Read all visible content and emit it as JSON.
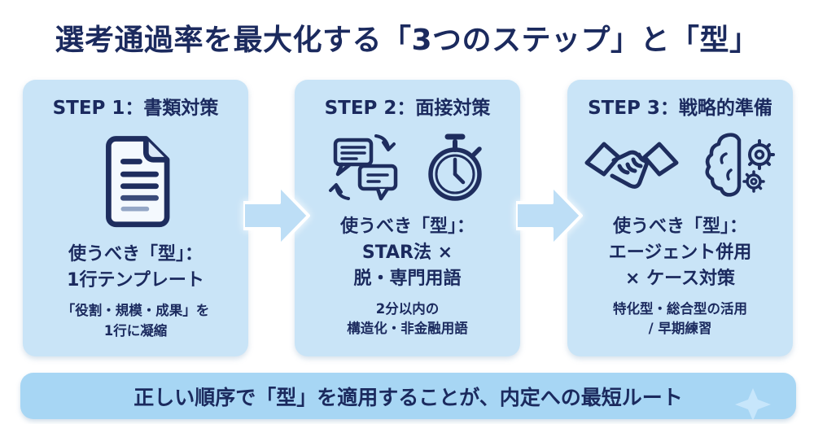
{
  "title": "選考通過率を最大化する「3つのステップ」と「型」",
  "colors": {
    "background": "#ffffff",
    "card_blue": "#c9e4f7",
    "banner_blue": "#a7d6f4",
    "arrow_blue": "#bddef6",
    "text_navy": "#1b2a5e",
    "icon_navy": "#1e2d5e",
    "document_fill": "#f4f9fe"
  },
  "steps": [
    {
      "header": "STEP 1：書類対策",
      "icons": [
        "document-icon"
      ],
      "type_label": "使うべき「型」：\n1行テンプレート",
      "detail": "「役割・規模・成果」を\n1行に凝縮"
    },
    {
      "header": "STEP 2：面接対策",
      "icons": [
        "chat-bubbles-icon",
        "stopwatch-icon"
      ],
      "type_label": "使うべき「型」：\nSTAR法 ×\n脱・専門用語",
      "detail": "2分以内の\n構造化・非金融用語"
    },
    {
      "header": "STEP 3：戦略的準備",
      "icons": [
        "handshake-icon",
        "brain-gears-icon"
      ],
      "type_label": "使うべき「型」：\nエージェント併用\n× ケース対策",
      "detail": "特化型・総合型の活用\n/ 早期練習"
    }
  ],
  "arrows": [
    "right-arrow-icon",
    "right-arrow-icon"
  ],
  "footer": "正しい順序で「型」を適用することが、内定への最短ルート"
}
